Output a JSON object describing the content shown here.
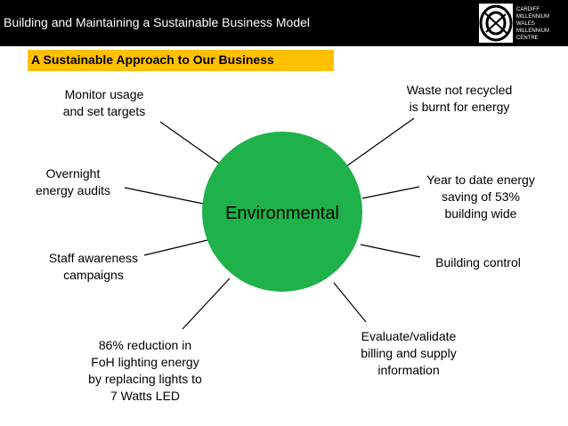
{
  "header": {
    "title": "Building and Maintaining a Sustainable Business Model",
    "logo_lines": [
      "CARDIFF",
      "MILLENNIUM",
      "WALES",
      "MILLENNIUM",
      "CENTRE"
    ]
  },
  "banner": {
    "text": "A Sustainable Approach to Our Business"
  },
  "diagram": {
    "center_label": "Environmental",
    "center_color": "#1fb14a",
    "labels": [
      {
        "id": "monitor-usage",
        "lines": [
          "Monitor usage",
          "and set targets"
        ]
      },
      {
        "id": "overnight-audits",
        "lines": [
          "Overnight",
          "energy audits"
        ]
      },
      {
        "id": "staff-awareness",
        "lines": [
          "Staff awareness",
          "campaigns"
        ]
      },
      {
        "id": "foh-lighting",
        "lines": [
          "86% reduction in",
          "FoH lighting energy",
          "by replacing lights to",
          "7 Watts LED"
        ]
      },
      {
        "id": "waste-recycled",
        "lines": [
          "Waste not recycled",
          "is burnt for energy"
        ]
      },
      {
        "id": "energy-saving",
        "lines": [
          "Year to date energy",
          "saving of 53%",
          "building wide"
        ]
      },
      {
        "id": "building-control",
        "lines": [
          "Building control"
        ]
      },
      {
        "id": "evaluate-billing",
        "lines": [
          "Evaluate/validate",
          "billing and supply",
          "information"
        ]
      }
    ]
  },
  "colors": {
    "topbar": "#000000",
    "banner": "#ffc000",
    "circle": "#1fb14a"
  }
}
